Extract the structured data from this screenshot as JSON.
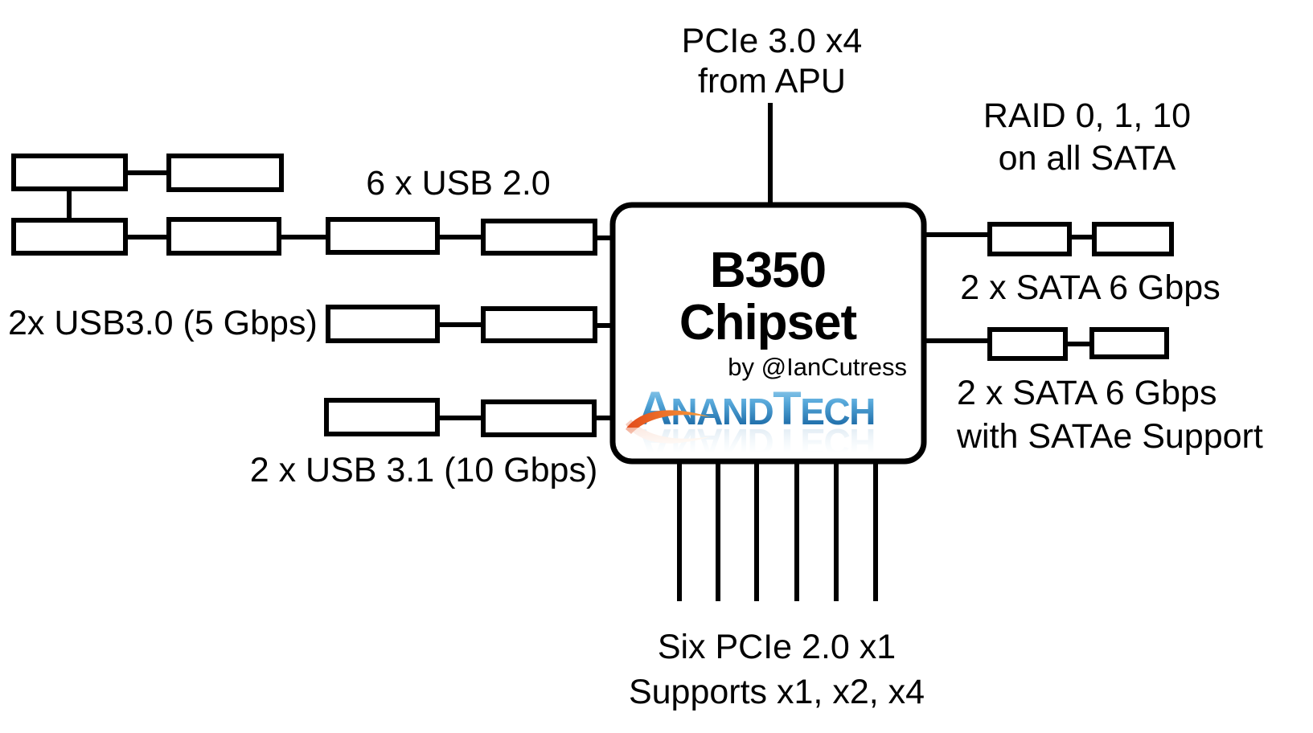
{
  "chipset": {
    "name_line1": "B350",
    "name_line2": "Chipset",
    "byline": "by @IanCutress",
    "logo": {
      "seg1": "A",
      "seg2": "NAND",
      "seg3": "T",
      "seg4": "ECH"
    }
  },
  "labels": {
    "apu_line1": "PCIe 3.0 x4",
    "apu_line2": "from APU",
    "usb2": "6 x USB 2.0",
    "usb3": "2x USB3.0 (5 Gbps)",
    "usb31": "2 x USB 3.1 (10 Gbps)",
    "raid_line1": "RAID 0, 1, 10",
    "raid_line2": "on all SATA",
    "sata_top": "2 x SATA 6 Gbps",
    "sata_bottom_line1": "2 x SATA 6 Gbps",
    "sata_bottom_line2": "with SATAe Support",
    "pcie_line1": "Six PCIe 2.0 x1",
    "pcie_line2": "Supports x1, x2, x4"
  },
  "colors": {
    "background": "#ffffff",
    "stroke": "#000000",
    "text": "#000000",
    "logo_blue_top": "#b5e0f4",
    "logo_blue_mid": "#58a9db",
    "logo_blue_bottom": "#1d6ca8",
    "logo_orange_start": "#e2491a",
    "logo_orange_end": "#f9a63f"
  }
}
